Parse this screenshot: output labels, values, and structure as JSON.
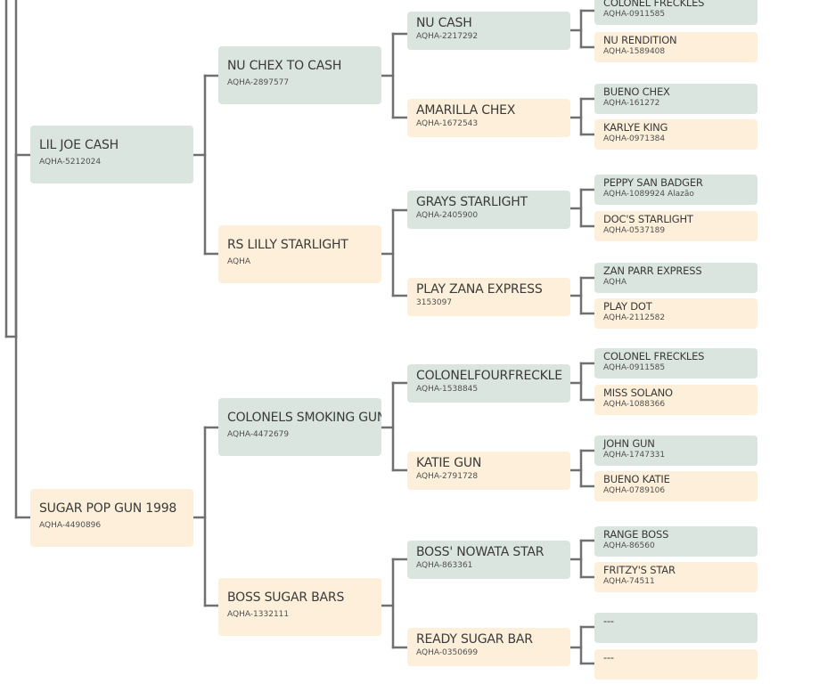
{
  "pedigree": {
    "sire": {
      "name": "LIL JOE CASH",
      "reg": "AQHA-5212024",
      "sire": {
        "name": "NU CHEX TO CASH",
        "reg": "AQHA-2897577",
        "sire": {
          "name": "NU CASH",
          "reg": "AQHA-2217292",
          "sire": {
            "name": "COLONEL FRECKLES",
            "reg": "AQHA-0911585"
          },
          "dam": {
            "name": "NU RENDITION",
            "reg": "AQHA-1589408"
          }
        },
        "dam": {
          "name": "AMARILLA CHEX",
          "reg": "AQHA-1672543",
          "sire": {
            "name": "BUENO CHEX",
            "reg": "AQHA-161272"
          },
          "dam": {
            "name": "KARLYE KING",
            "reg": "AQHA-0971384"
          }
        }
      },
      "dam": {
        "name": "RS LILLY STARLIGHT",
        "reg": "AQHA",
        "sire": {
          "name": "GRAYS STARLIGHT",
          "reg": "AQHA-2405900",
          "sire": {
            "name": "PEPPY SAN BADGER",
            "reg": "AQHA-1089924 Alazão"
          },
          "dam": {
            "name": "DOC'S STARLIGHT",
            "reg": "AQHA-0537189"
          }
        },
        "dam": {
          "name": "PLAY ZANA EXPRESS",
          "reg": "3153097",
          "sire": {
            "name": "ZAN PARR EXPRESS",
            "reg": "AQHA"
          },
          "dam": {
            "name": "PLAY DOT",
            "reg": "AQHA-2112582"
          }
        }
      }
    },
    "dam": {
      "name": "SUGAR POP GUN 1998",
      "reg": "AQHA-4490896",
      "sire": {
        "name": "COLONELS SMOKING GUN",
        "reg": "AQHA-4472679",
        "sire": {
          "name": "COLONELFOURFRECKLE",
          "reg": "AQHA-1538845",
          "sire": {
            "name": "COLONEL FRECKLES",
            "reg": "AQHA-0911585"
          },
          "dam": {
            "name": "MISS SOLANO",
            "reg": "AQHA-1088366"
          }
        },
        "dam": {
          "name": "KATIE GUN",
          "reg": "AQHA-2791728",
          "sire": {
            "name": "JOHN GUN",
            "reg": "AQHA-1747331"
          },
          "dam": {
            "name": "BUENO KATIE",
            "reg": "AQHA-0789106"
          }
        }
      },
      "dam": {
        "name": "BOSS SUGAR BARS",
        "reg": "AQHA-1332111",
        "sire": {
          "name": "BOSS' NOWATA STAR",
          "reg": "AQHA-863361",
          "sire": {
            "name": "RANGE BOSS",
            "reg": "AQHA-86560"
          },
          "dam": {
            "name": "FRITZY'S STAR",
            "reg": "AQHA-74511"
          }
        },
        "dam": {
          "name": "READY SUGAR BAR",
          "reg": "AQHA-0350699",
          "sire": {
            "name": "---",
            "reg": ""
          },
          "dam": {
            "name": "---",
            "reg": ""
          }
        }
      }
    }
  },
  "colors": {
    "sire_card": "#dbe5df",
    "dam_card": "#fdefd9",
    "connector": "#707070"
  }
}
